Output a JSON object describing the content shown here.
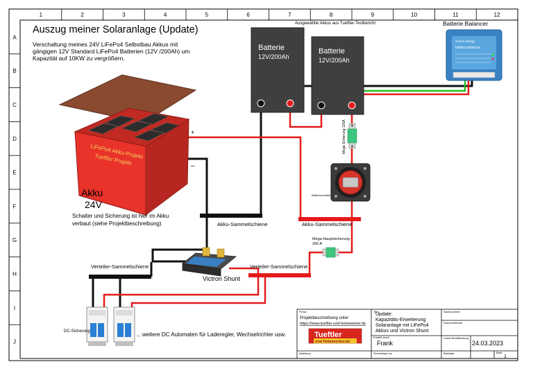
{
  "grid": {
    "columns": [
      "1",
      "2",
      "3",
      "4",
      "5",
      "6",
      "7",
      "8",
      "9",
      "10",
      "11",
      "12"
    ],
    "rows": [
      "A",
      "B",
      "C",
      "D",
      "E",
      "F",
      "G",
      "H",
      "I",
      "J"
    ]
  },
  "header": {
    "title": "Auszug meiner Solaranlage (Update)",
    "description": [
      "Verschaltung meines 24V LiFePo4 Selbstbau Akkus mit",
      "gängigen 12V Standard LiFePo4 Batterien (12V /200Ah) um",
      "Kapazität auf 10KW zu vergrößern."
    ]
  },
  "batteries": {
    "caption": "Ausgewählte Akkus aus Tueftler-Testbericht",
    "battery1": {
      "label": "Batterie",
      "spec": "12V/200Ah"
    },
    "battery2": {
      "label": "Batterie",
      "spec": "12V/200Ah"
    }
  },
  "balancer": {
    "title": "Batterie Balancer",
    "brand": "victron energy",
    "name": "battery balancer",
    "colors": {
      "body": "#3a82c4",
      "face": "#5aa6de"
    }
  },
  "akku": {
    "front_text_1": "LiFePo4 Akku-Projekt",
    "front_text_2": "Tueftler Projekt",
    "plus_sign": "+",
    "minus_sign": "–",
    "label": "Akku",
    "voltage": "24V",
    "note_1": "Schalter und Sicherung ist hier im Akku",
    "note_2": "verbaut (siehe Projektbeschreibung)"
  },
  "components": {
    "mega_fuse_small": "Mega Sicherung 125A",
    "main_switch": "Batterieschalter",
    "mega_main_fuse": "Mega Hauptsicherung",
    "mega_main_fuse_rating": "200 A",
    "busbar_left": "Akku-Sammelschiene",
    "busbar_right": "Akku-Sammelschiene",
    "dist_busbar_left": "Verteiler-Sammelschiene",
    "dist_busbar_right": "Verteiler-Sammelschiene",
    "shunt_label": "Victron Shunt",
    "dc_breaker_label": "DC-Sicherung",
    "more_breakers": "... weitere DC Automaten für Laderegler, Wechselrichter usw."
  },
  "title_block": {
    "firma_label": "Firma",
    "project_line_1": "Projektbeschreibung unter",
    "project_url": "https://www.tueftler-und-heimwerker.de",
    "logo_top": "Tueftler",
    "logo_bottom": "und Heimwerker.de",
    "titel_label": "Titel",
    "title_1": "Update:",
    "title_2": "Kapazitäts-Erweiterung",
    "title_3": "Solaranlage mit LiFePo4",
    "title_4": "Akkus und Victron Shunt",
    "erstellt_label": "Erstellt durch",
    "author": "Frank",
    "sachnummer_label": "Sachnummer",
    "dokumentenart_label": "Dokumentenart",
    "letzte_label": "Letzte Modifizierung",
    "date": "24.03.2023",
    "abteilung_label": "Abteilung",
    "genehmigt_label": "Genehmigt von",
    "massstab_label": "Maßstab",
    "blatt_label": "Blatt",
    "sheet": "1"
  },
  "colors": {
    "positive": "#e31b1b",
    "negative": "#111111",
    "balance": "#22c222",
    "battery_case": "#3f3f3f",
    "akku_red": "#e8322a",
    "lid": "#8a4a30"
  }
}
